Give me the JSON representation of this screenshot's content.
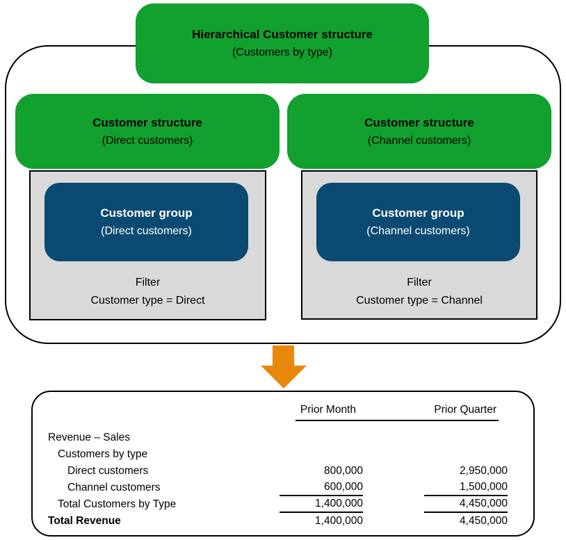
{
  "diagram": {
    "root": {
      "title": "Hierarchical Customer structure",
      "subtitle": "(Customers by type)"
    },
    "branches": [
      {
        "structure_title": "Customer structure",
        "structure_subtitle": "(Direct customers)",
        "group_title": "Customer group",
        "group_subtitle": "(Direct customers)",
        "filter_label": "Filter",
        "filter_condition": "Customer type = Direct"
      },
      {
        "structure_title": "Customer structure",
        "structure_subtitle": "(Channel customers)",
        "group_title": "Customer group",
        "group_subtitle": "(Channel customers)",
        "filter_label": "Filter",
        "filter_condition": "Customer type = Channel"
      }
    ],
    "colors": {
      "green": "#12A02F",
      "blue": "#0B4A72",
      "gray": "#D9D9D9",
      "orange": "#E8890B",
      "border": "#000000"
    }
  },
  "table": {
    "columns": [
      "Prior Month",
      "Prior Quarter"
    ],
    "rows": [
      {
        "label": "Revenue – Sales",
        "values": [
          "",
          ""
        ]
      },
      {
        "label": "Customers by type",
        "values": [
          "",
          ""
        ]
      },
      {
        "label": "Direct customers",
        "values": [
          "800,000",
          "2,950,000"
        ]
      },
      {
        "label": "Channel customers",
        "values": [
          "600,000",
          "1,500,000"
        ]
      },
      {
        "label": "Total Customers by Type",
        "values": [
          "1,400,000",
          "4,450,000"
        ]
      },
      {
        "label": "Total Revenue",
        "values": [
          "1,400,000",
          "4,450,000"
        ]
      }
    ]
  }
}
